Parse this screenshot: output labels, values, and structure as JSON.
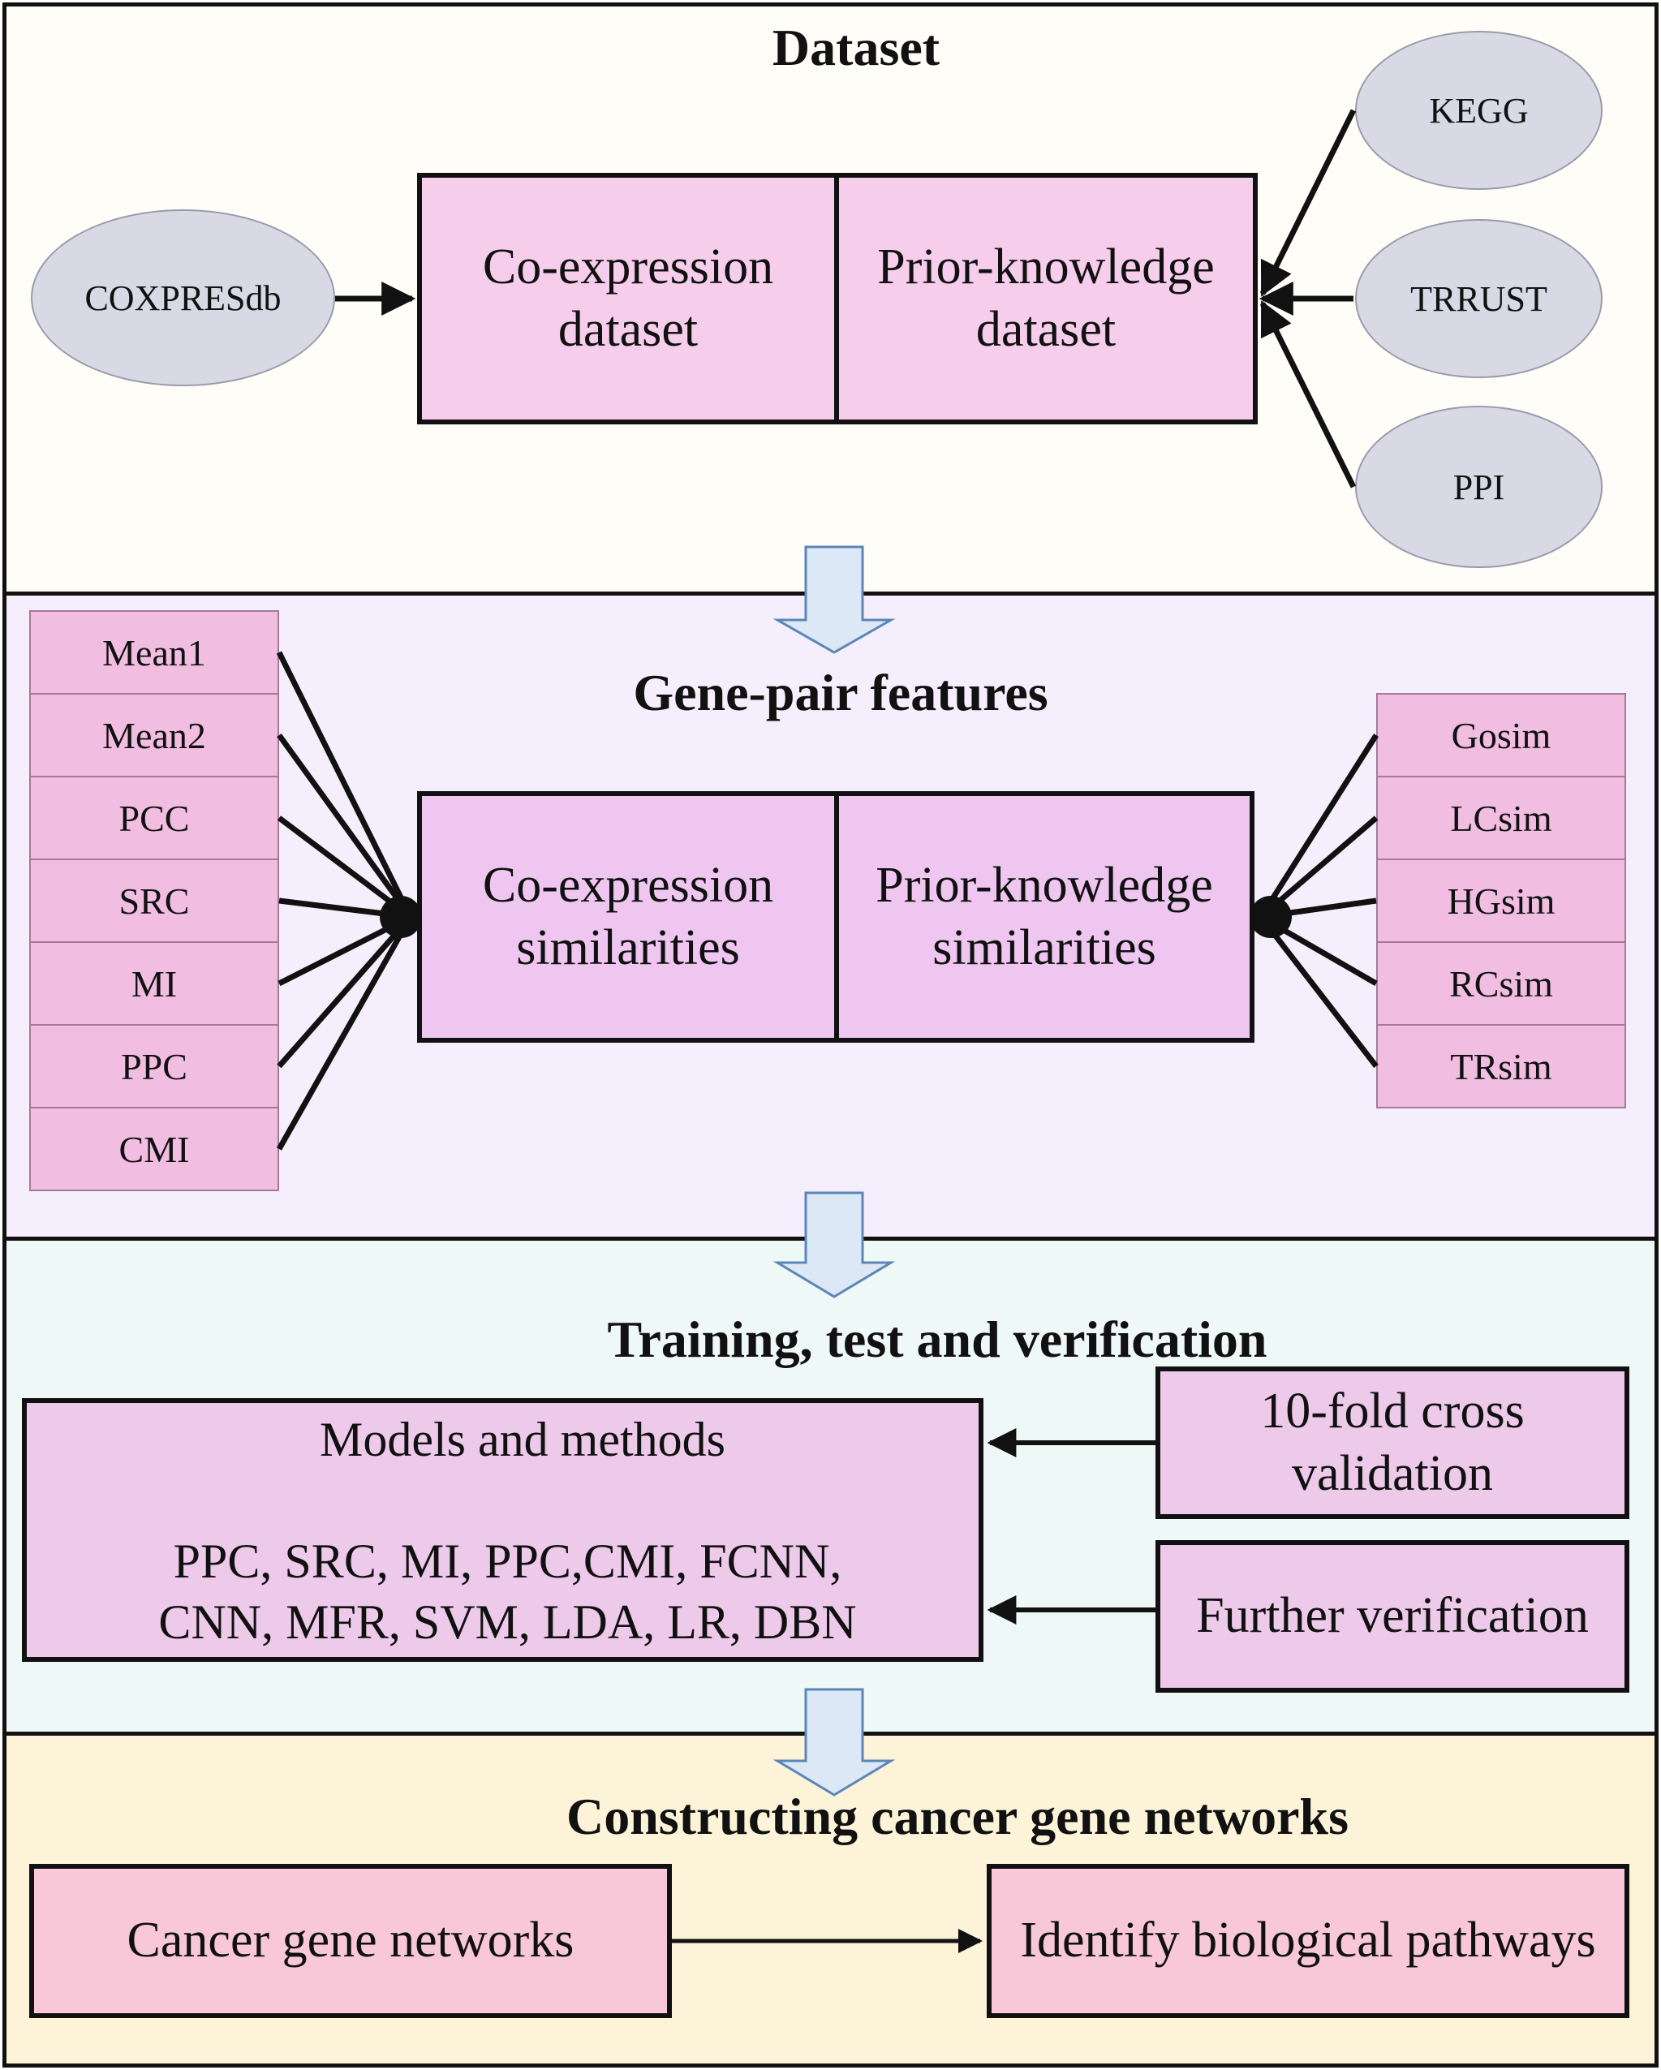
{
  "dataset": {
    "title": "Dataset",
    "coexpression_box": "Co-expression\ndataset",
    "prior_box": "Prior-knowledge\ndataset",
    "sources": {
      "coxpresdb": "COXPRESdb",
      "kegg": "KEGG",
      "trrust": "TRRUST",
      "ppi": "PPI"
    }
  },
  "features": {
    "title": "Gene-pair features",
    "coexpression_box": "Co-expression\nsimilarities",
    "prior_box": "Prior-knowledge\nsimilarities",
    "left_features": [
      "Mean1",
      "Mean2",
      "PCC",
      "SRC",
      "MI",
      "PPC",
      "CMI"
    ],
    "right_features": [
      "Gosim",
      "LCsim",
      "HGsim",
      "RCsim",
      "TRsim"
    ]
  },
  "training": {
    "title": "Training, test  and verification",
    "models_title": "Models and methods",
    "models_list": "PPC, SRC, MI, PPC,CMI, FCNN,\nCNN, MFR, SVM, LDA, LR, DBN",
    "cross_validation": "10-fold cross\nvalidation",
    "further_verification": "Further verification"
  },
  "networks": {
    "title": "Constructing cancer gene networks",
    "cancer_box": "Cancer gene networks",
    "pathways_box": "Identify biological pathways"
  },
  "colors": {
    "panel1_bg": "#fffdf7",
    "panel2_bg": "#f5eefc",
    "panel3_bg": "#eef8f6",
    "panel4_bg": "#fdf3d8",
    "box1_fill": "#f6cdeb",
    "box2_fill": "#efc6f0",
    "box3_fill": "#edc9ea",
    "box4_fill": "#f8c8d8",
    "cell_fill": "#f1bde1",
    "ellipse_fill": "#d9d9e6",
    "flow_arrow_fill": "#dce8f5",
    "flow_arrow_stroke": "#5b86b8"
  }
}
